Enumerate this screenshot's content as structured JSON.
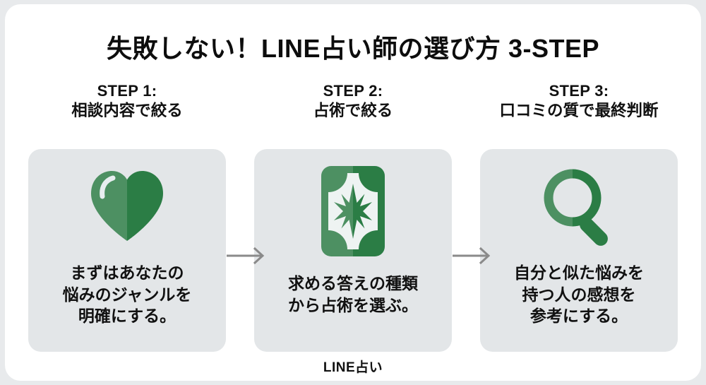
{
  "title": "失敗しない！LINE占い師の選び方 3-STEP",
  "colors": {
    "green_dark": "#2b7d45",
    "green_light": "#4d9062",
    "card_bg": "#e3e6e8",
    "arrow": "#8a8a8a",
    "text": "#111111",
    "page_bg": "#ffffff",
    "frame_bg": "#e8eaec"
  },
  "steps": [
    {
      "label": "STEP 1:",
      "subtitle": "相談内容で絞る",
      "icon": "heart-icon",
      "body_lines": [
        "まずはあなたの",
        "悩みのジャンルを",
        "明確にする。"
      ]
    },
    {
      "label": "STEP 2:",
      "subtitle": "占術で絞る",
      "icon": "tarot-card-icon",
      "body_lines": [
        "求める答えの種類",
        "から占術を選ぶ。"
      ]
    },
    {
      "label": "STEP 3:",
      "subtitle": "口コミの質で最終判断",
      "icon": "magnifier-icon",
      "body_lines": [
        "自分と似た悩みを",
        "持つ人の感想を",
        "参考にする。"
      ]
    }
  ],
  "connectors": [
    {
      "name": "arrow-right-icon-1"
    },
    {
      "name": "arrow-right-icon-2"
    }
  ],
  "footer": {
    "logo": "LINE占い"
  }
}
